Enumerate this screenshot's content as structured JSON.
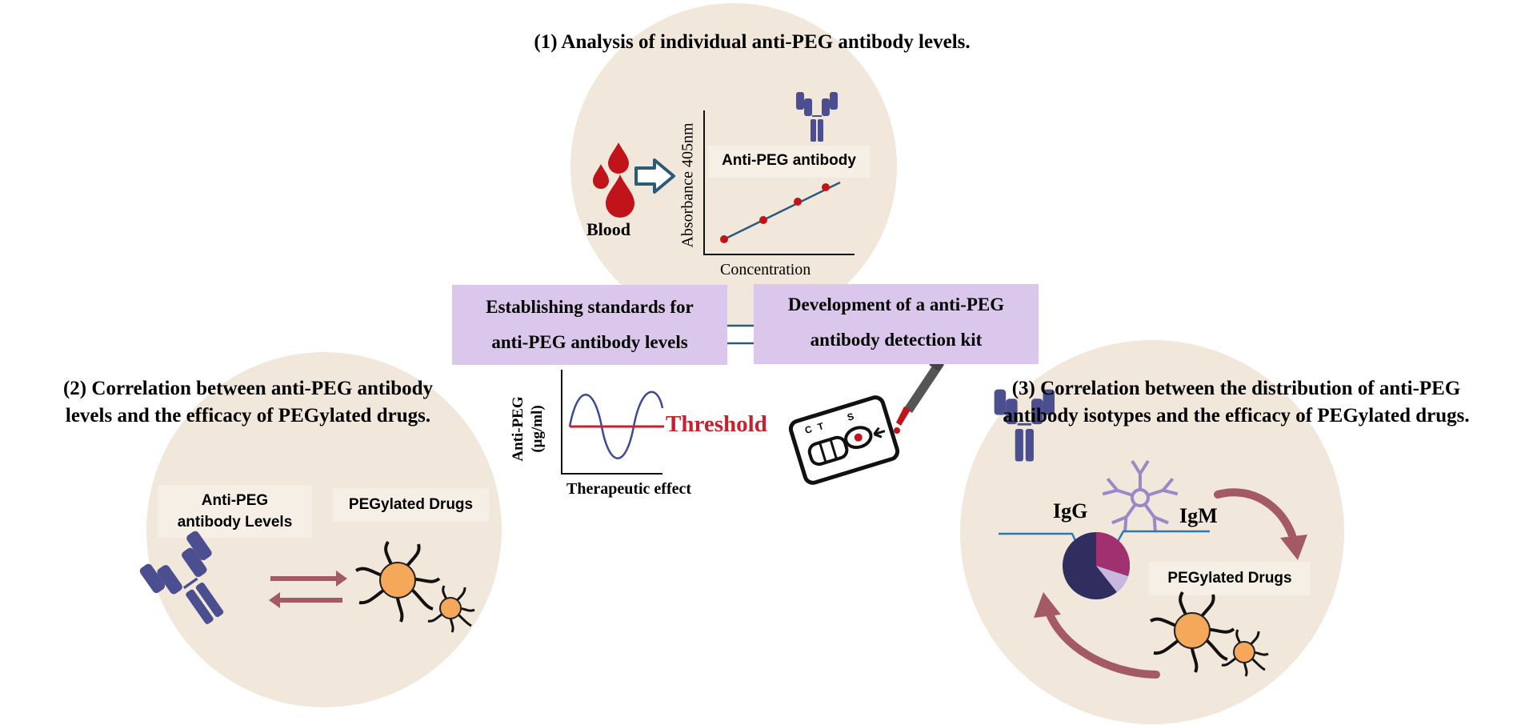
{
  "section1": {
    "title": "(1) Analysis of individual anti-PEG antibody levels.",
    "blood_label": "Blood",
    "chart_ylabel": "Absorbance 405nm",
    "chart_xlabel": "Concentration",
    "antibody_tag": "Anti-PEG antibody"
  },
  "center": {
    "standards_line1": "Establishing standards for",
    "standards_line2": "anti-PEG antibody levels",
    "kit_line1": "Development of a anti-PEG",
    "kit_line2": "antibody detection kit",
    "threshold_ylabel_line1": "Anti-PEG",
    "threshold_ylabel_line2": "(μg/ml)",
    "threshold_xlabel": "Therapeutic effect",
    "threshold_label": "Threshold",
    "strip_c": "C",
    "strip_t": "T",
    "strip_s": "S"
  },
  "section2": {
    "title_line1": "(2) Correlation  between  anti-PEG antibody",
    "title_line2": "levels and the efficacy of PEGylated drugs.",
    "tag_levels_line1": "Anti-PEG",
    "tag_levels_line2": "antibody Levels",
    "tag_drugs": "PEGylated Drugs"
  },
  "section3": {
    "title_line1": "(3) Correlation  between the distribution of anti-PEG",
    "title_line2": "antibody isotypes and the efficacy of PEGylated drugs.",
    "igg_label": "IgG",
    "igm_label": "IgM",
    "tag_drugs": "PEGylated Drugs"
  },
  "colors": {
    "circle_bg": "#f1e7da",
    "purple_box": "#dcc7ec",
    "antibody": "#4b4f8f",
    "igm": "#9a88c8",
    "blood_red": "#c0141a",
    "threshold_red": "#c8202c",
    "sine_blue": "#3c4a9a",
    "line_teal": "#2a5b7a",
    "nanoparticle": "#f5a85a",
    "arrow_mauve": "#a35a64",
    "pie_dark": "#2f2e5e",
    "pie_magenta": "#a03070",
    "pie_light": "#c8b8e0"
  }
}
